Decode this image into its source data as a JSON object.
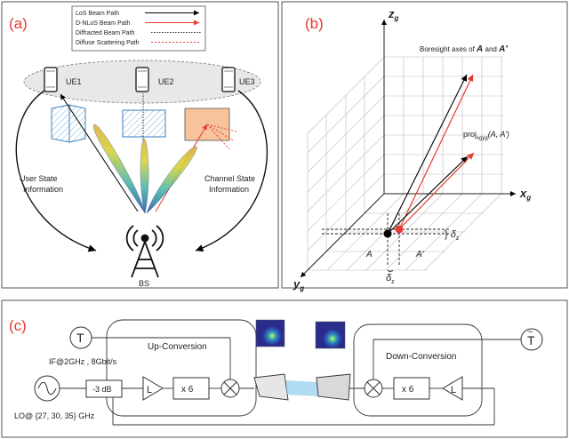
{
  "panel_a": {
    "tag": "(a)",
    "legend": [
      {
        "label": "LoS Beam Path",
        "color": "#000000",
        "style": "solid"
      },
      {
        "label": "D-NLoS Beam Path",
        "color": "#e53a2f",
        "style": "solid"
      },
      {
        "label": "Diffracted Beam Path",
        "color": "#333333",
        "style": "dotted"
      },
      {
        "label": "Diffuse Scattering Path",
        "color": "#e53a2f",
        "style": "dotted"
      }
    ],
    "ue_labels": [
      "UE1",
      "UE2",
      "UE3"
    ],
    "left_text": [
      "User State",
      "Information"
    ],
    "right_text": [
      "Channel State",
      "Information"
    ],
    "bs_label": "BS"
  },
  "panel_b": {
    "tag": "(b)",
    "axis_z": "z",
    "axis_x": "x",
    "axis_y": "y",
    "axis_sub": "g",
    "boresight": "Boresight  axes of",
    "A": "A",
    "and": "and",
    "A_prime": "A′",
    "proj": "proj",
    "proj_sub": "xgyg",
    "proj_args": "(A, A′)",
    "delta": "δ",
    "delta_sub": "z",
    "A_label": "A",
    "A_prime_label": "A′"
  },
  "panel_c": {
    "tag": "(c)",
    "T": "T",
    "T_tilde": "T",
    "if_label": "IF@2GHz , 8Gbit/s",
    "lo_label": "LO@ {27, 30, 35} GHz",
    "attenuator": "-3 dB",
    "amp": "L",
    "mult": "x 6",
    "up": "Up-Conversion",
    "down": "Down-Conversion"
  }
}
